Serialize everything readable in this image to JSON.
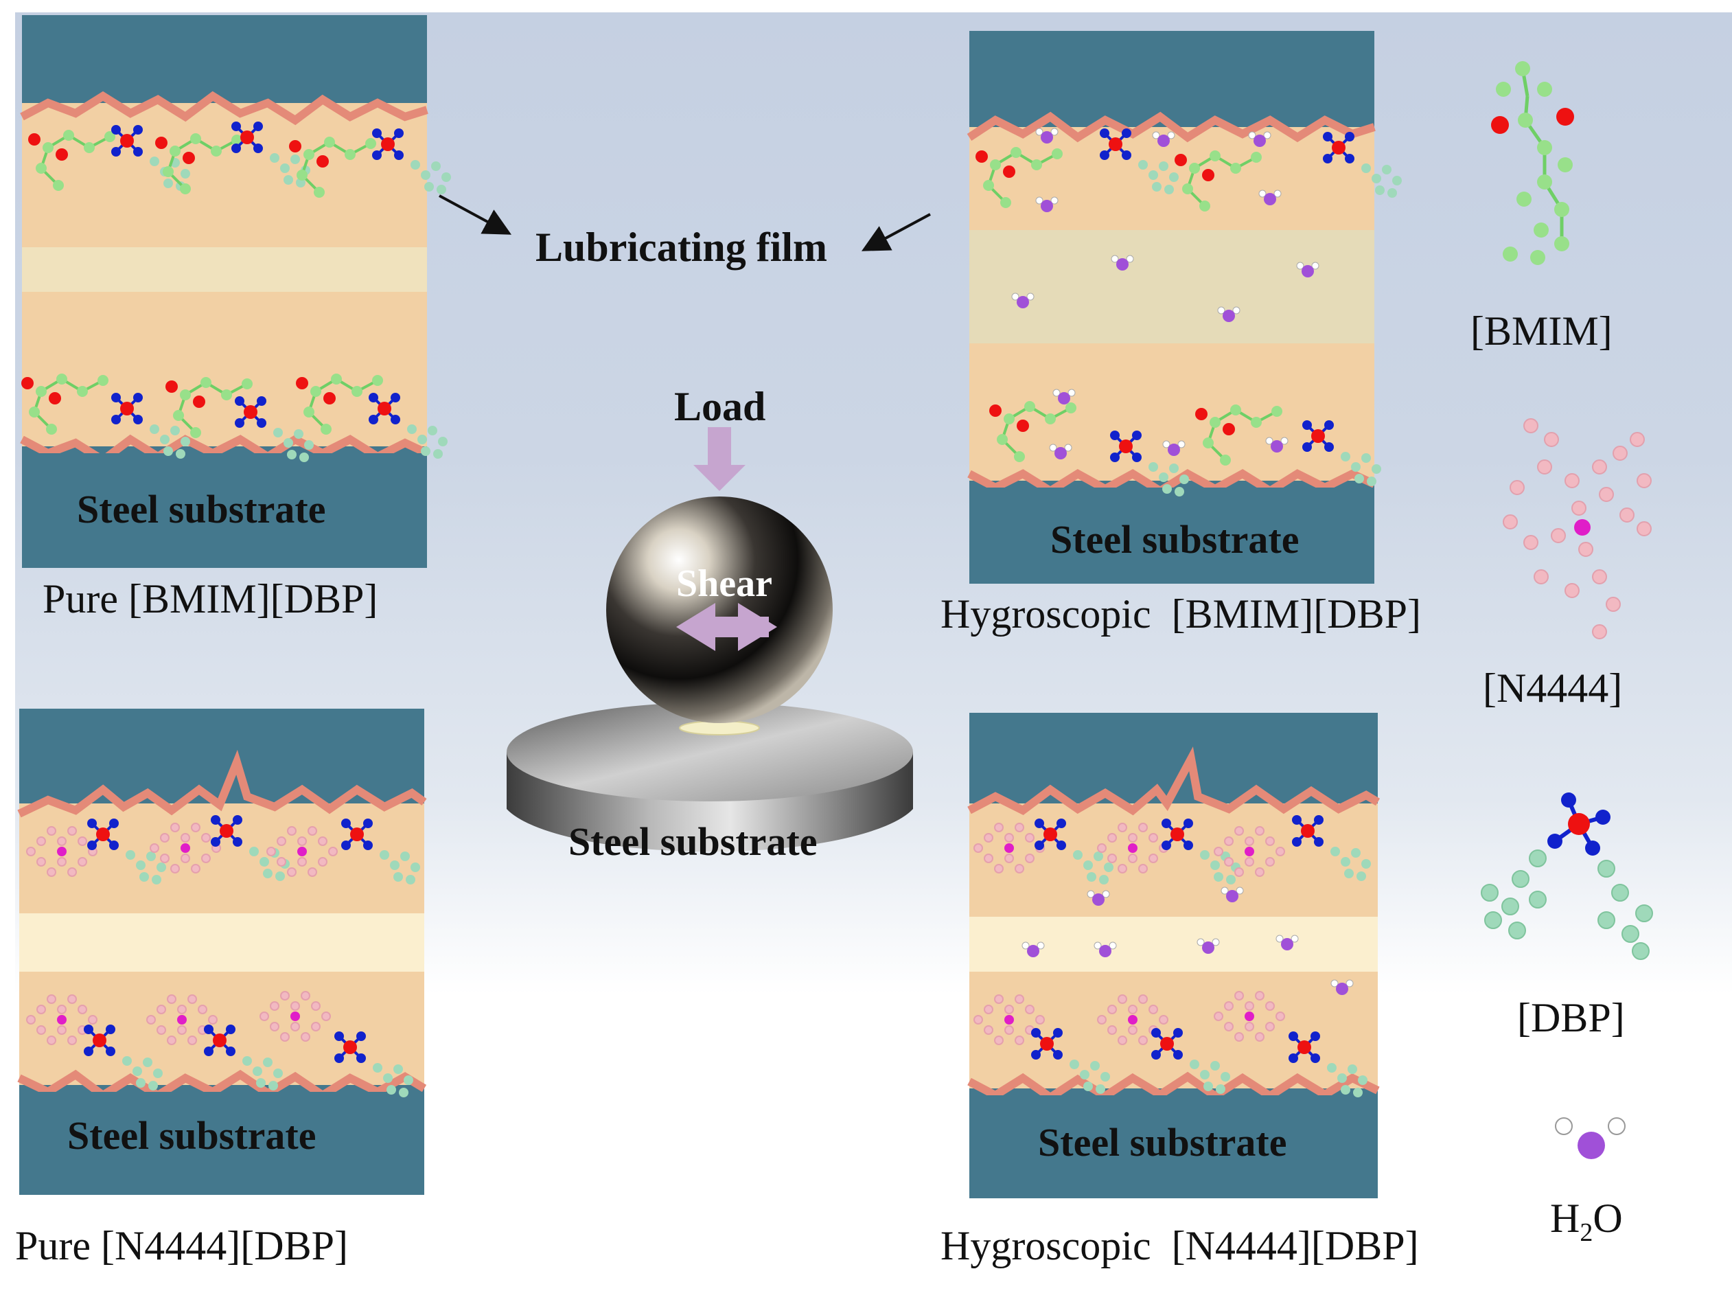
{
  "panels": {
    "top_left": {
      "substrate_label": "Steel substrate",
      "caption": "Pure [BMIM][DBP]"
    },
    "top_right": {
      "substrate_label": "Steel substrate",
      "caption": "Hygroscopic  [BMIM][DBP]"
    },
    "bottom_left": {
      "substrate_label": "Steel substrate",
      "caption": "Pure [N4444][DBP]"
    },
    "bottom_right": {
      "substrate_label": "Steel substrate",
      "caption": "Hygroscopic  [N4444][DBP]"
    }
  },
  "center": {
    "film_label": "Lubricating film",
    "load_label": "Load",
    "shear_label": "Shear",
    "disk_label": "Steel substrate"
  },
  "legend": {
    "bmim": "[BMIM]",
    "n4444": "[N4444]",
    "dbp": "[DBP]",
    "water_main": "H",
    "water_sub": "2",
    "water_tail": "O"
  },
  "colors": {
    "steel": "#44788d",
    "ionic_liquid_layer": "#f2d0a4",
    "interface_line": "#e48a78",
    "dry_film": "#fbefcf",
    "wet_film": "#e5dbb8",
    "arrow": "#c6a5cf",
    "bmim_molecule": "#98e08a",
    "n4444_molecule": "#f2b9c2",
    "dbp_molecule": "#9fd9ba",
    "phosphorus": "#ee1111",
    "oxygen": "#1122cc",
    "water_oxygen": "#a050d8"
  }
}
